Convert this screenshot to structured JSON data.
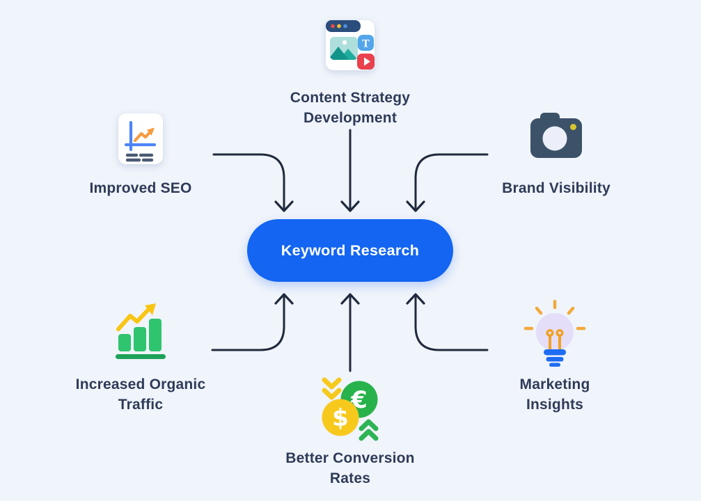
{
  "diagram": {
    "center": {
      "label": "Keyword Research"
    },
    "nodes": [
      {
        "id": "content-strategy-development",
        "label": "Content Strategy Development",
        "icon": "browser-media-content-icon",
        "position": "top-center"
      },
      {
        "id": "improved-seo",
        "label": "Improved SEO",
        "icon": "seo-analytics-report-icon",
        "position": "top-left"
      },
      {
        "id": "brand-visibility",
        "label": "Brand Visibility",
        "icon": "camera-icon",
        "position": "top-right"
      },
      {
        "id": "increased-organic-traffic",
        "label": "Increased Organic Traffic",
        "icon": "growth-bar-chart-icon",
        "position": "bottom-left"
      },
      {
        "id": "better-conversion-rates",
        "label": "Better Conversion Rates",
        "icon": "currency-conversion-icon",
        "position": "bottom-center"
      },
      {
        "id": "marketing-insights",
        "label": "Marketing Insights",
        "icon": "lightbulb-idea-icon",
        "position": "bottom-right"
      }
    ],
    "colors": {
      "background": "#f0f4fb",
      "pill_bg": "#1365f2",
      "pill_text": "#ffffff",
      "label_text": "#2e3b58",
      "arrow": "#1f2a3c"
    },
    "icon_palette": {
      "browser_bar_navy": "#2b4d7c",
      "image_teal": "#1fae9d",
      "text_tile_blue": "#54a6ea",
      "play_tile_red": "#e9414e",
      "chart_axis_blue": "#4e85f6",
      "chart_line_orange": "#f59b40",
      "camera_slate": "#3c5268",
      "bar_green": "#2fc46e",
      "arrow_yellow": "#f9c513",
      "coin_green": "#27b24b",
      "coin_yellow": "#f7c91d",
      "bulb_lavender": "#e4def9",
      "bulb_base_blue": "#1e6cf3",
      "ray_orange": "#f2a93b"
    }
  }
}
